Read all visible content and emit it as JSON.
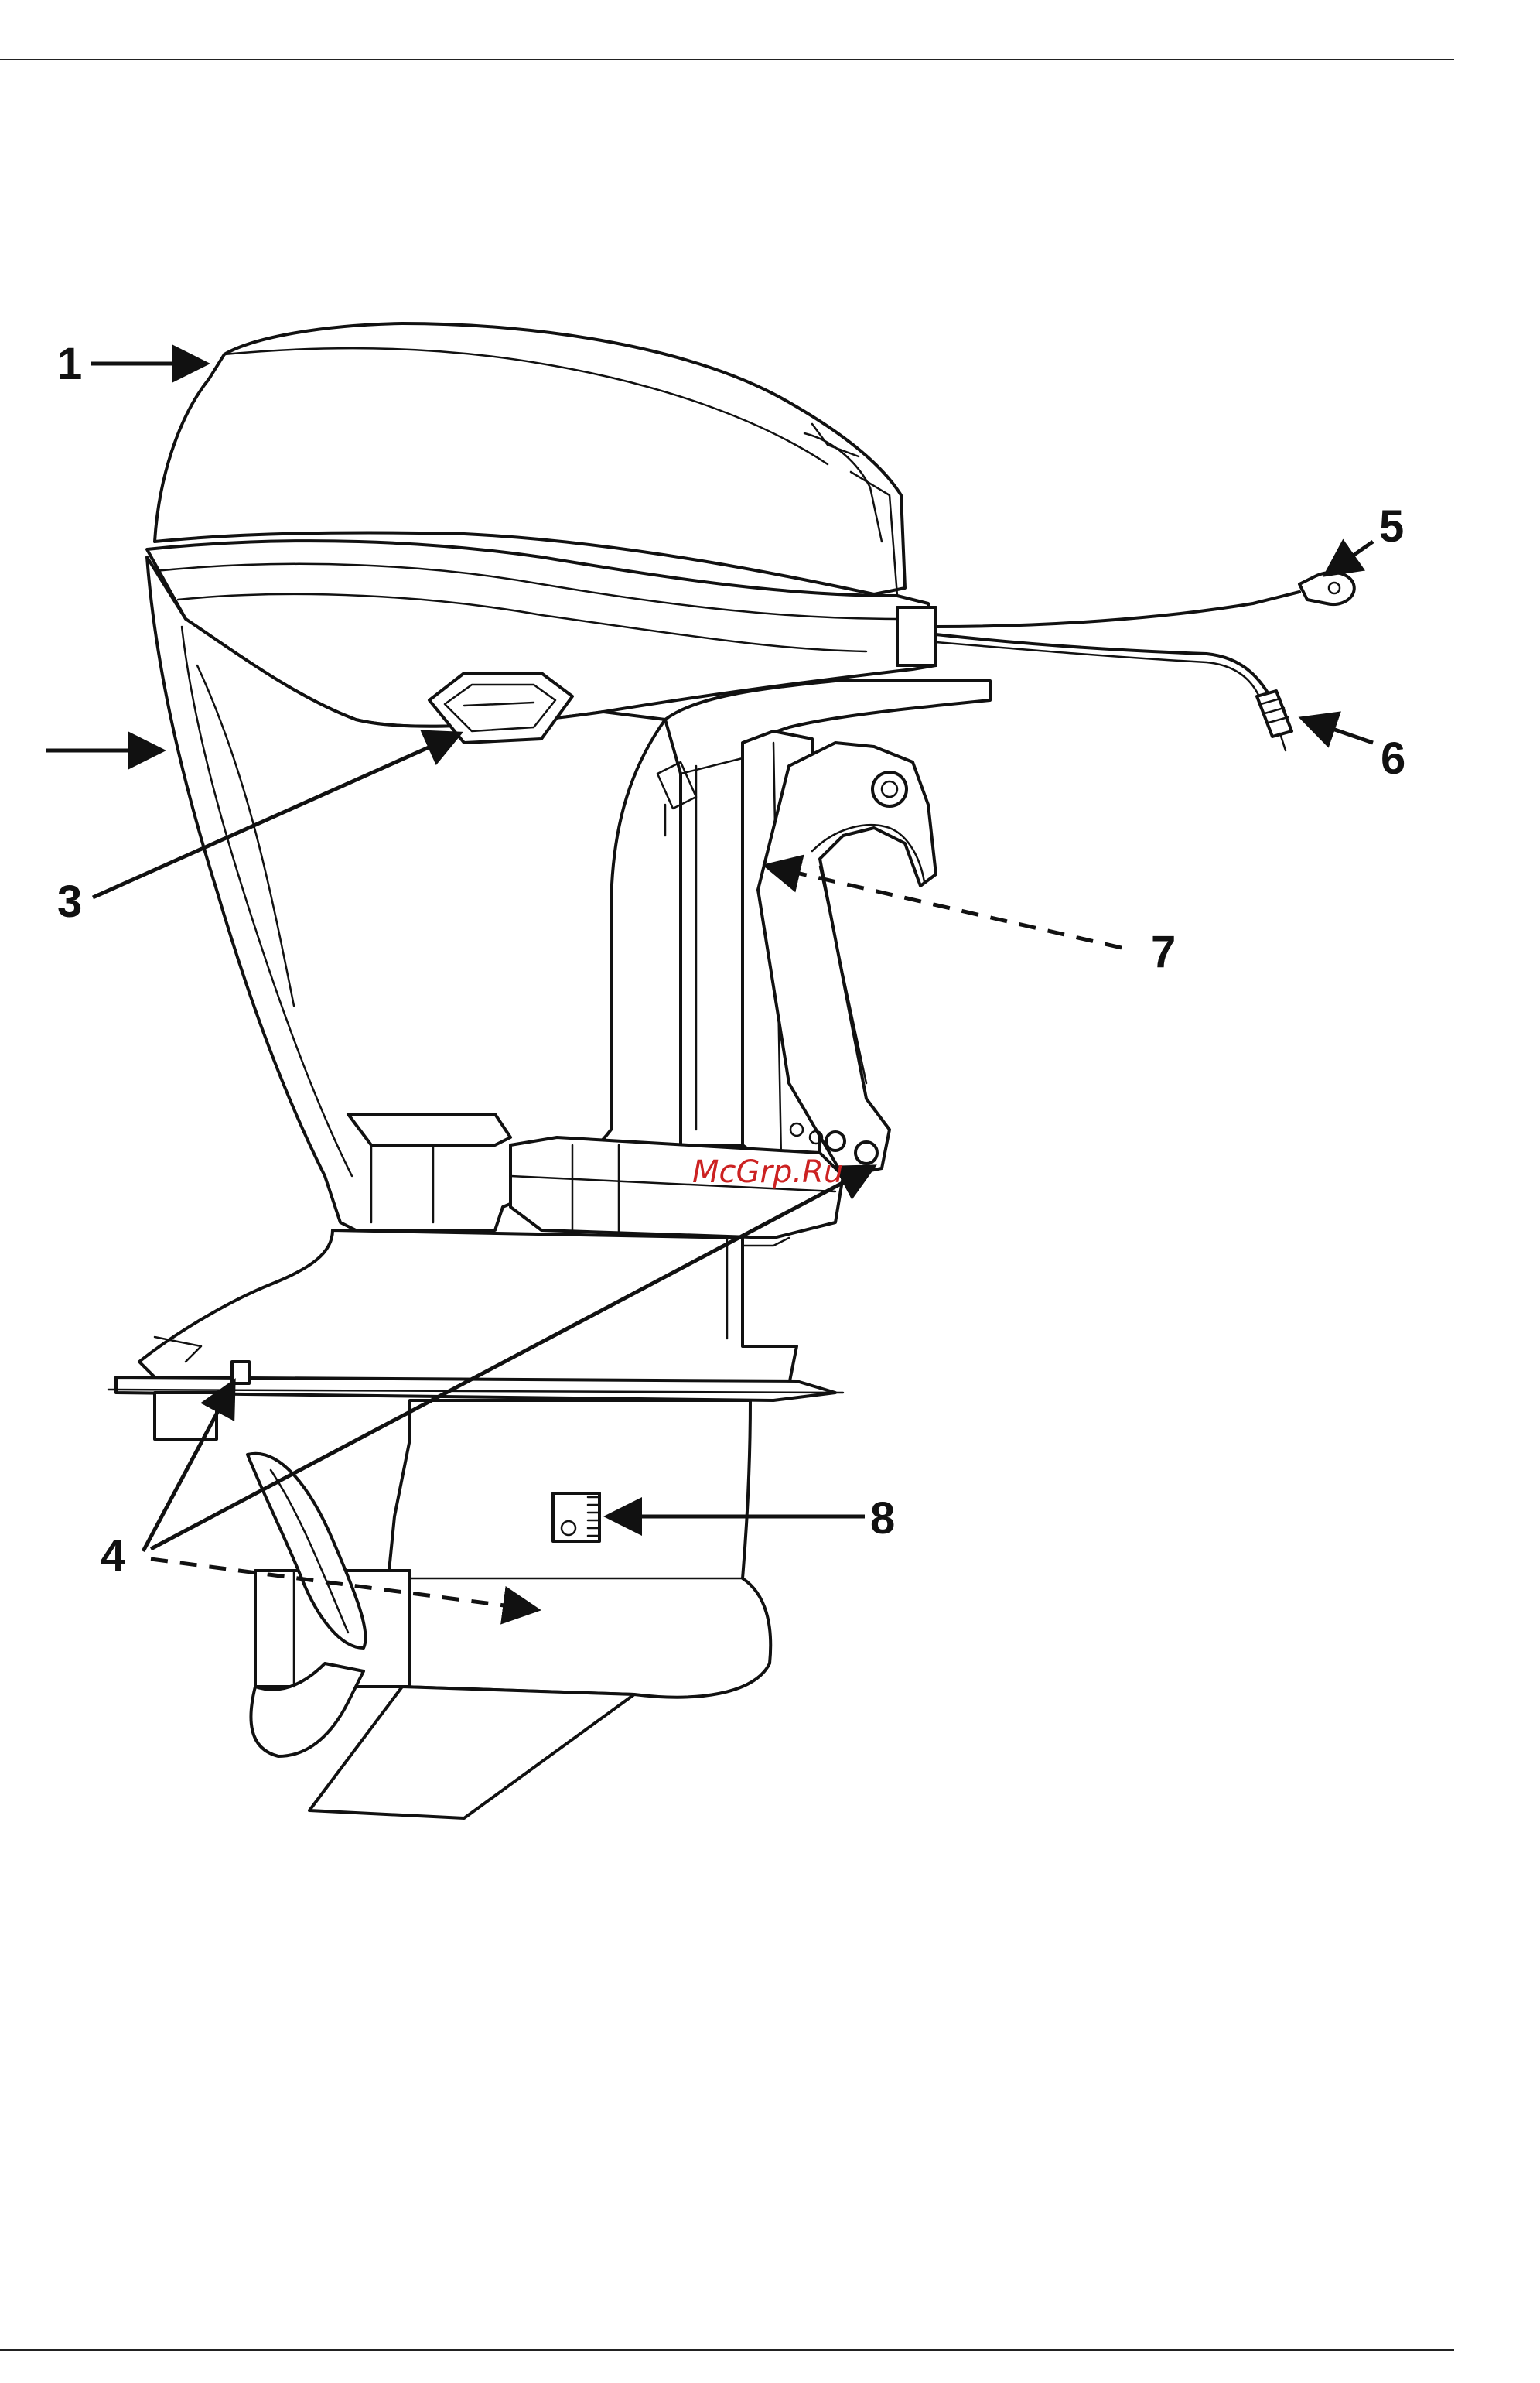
{
  "watermark": "McGrp.Ru",
  "callouts": [
    {
      "id": "1",
      "label": "1"
    },
    {
      "id": "2",
      "label": ""
    },
    {
      "id": "3",
      "label": "3"
    },
    {
      "id": "4",
      "label": "4"
    },
    {
      "id": "5",
      "label": "5"
    },
    {
      "id": "6",
      "label": "6"
    },
    {
      "id": "7",
      "label": "7"
    },
    {
      "id": "8",
      "label": "8"
    }
  ]
}
